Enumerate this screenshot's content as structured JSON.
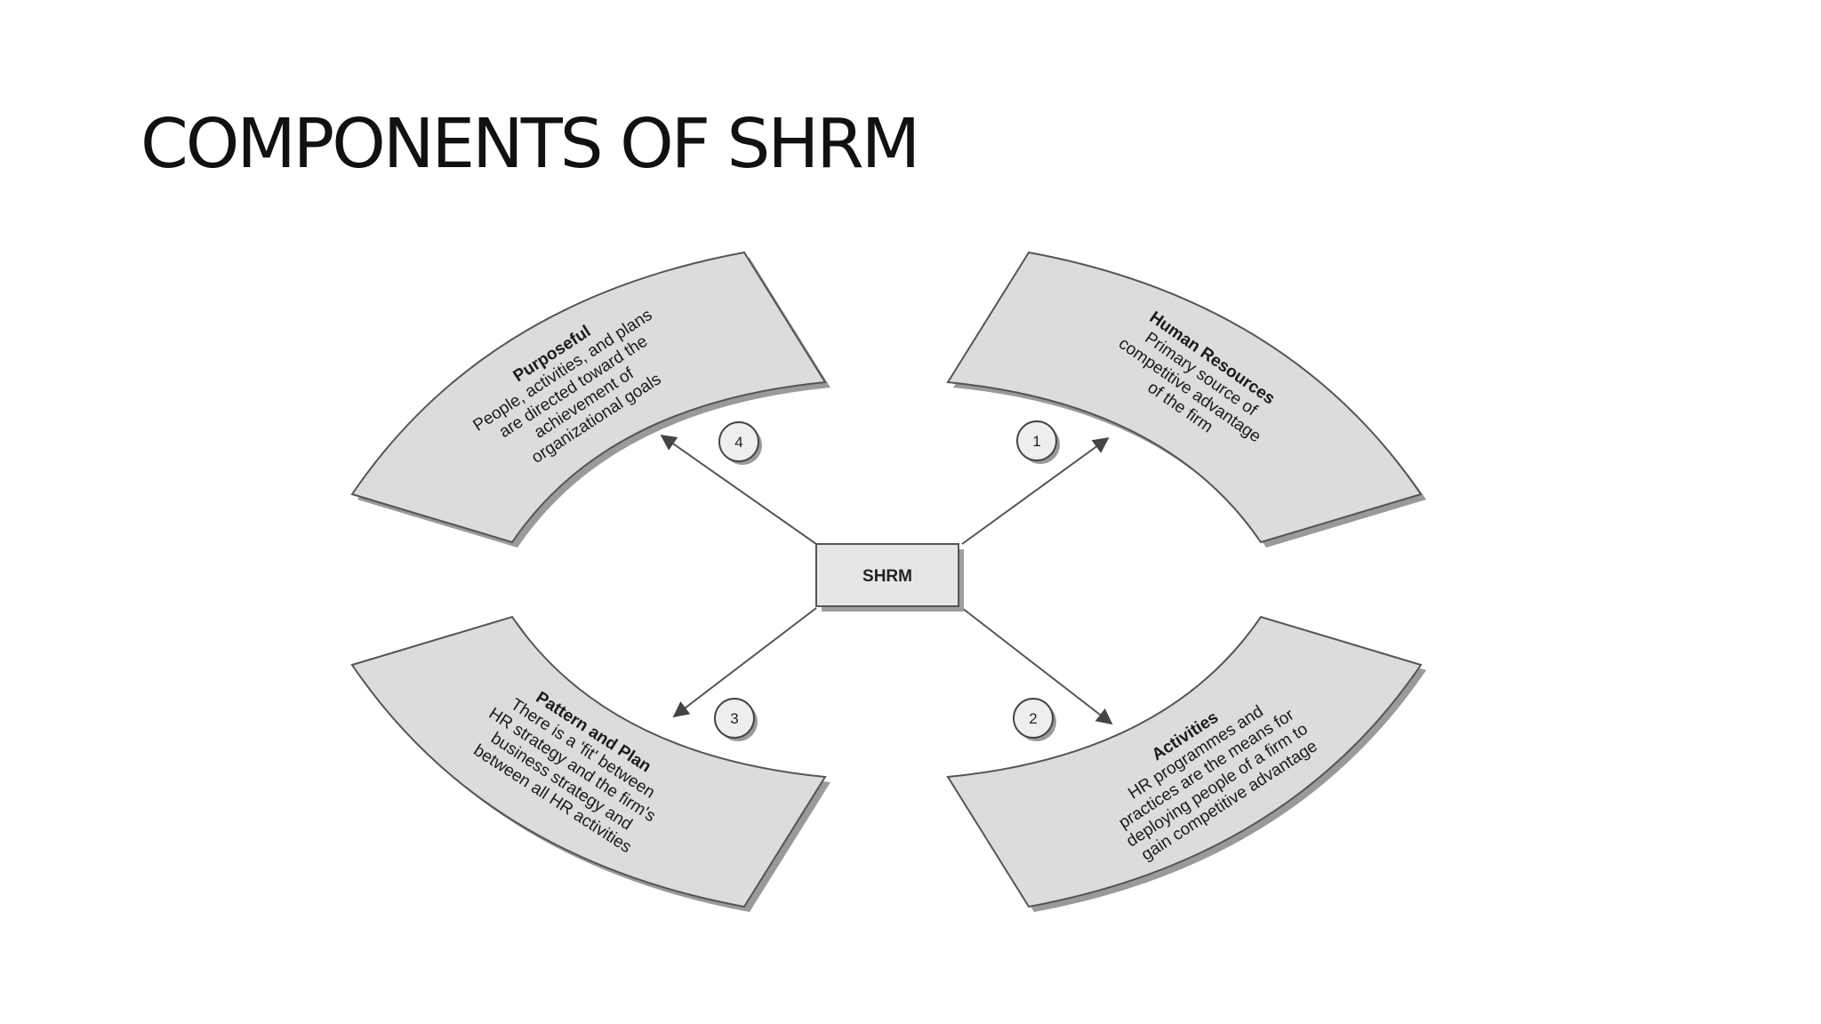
{
  "slide": {
    "title": "COMPONENTS OF SHRM"
  },
  "diagram": {
    "center": {
      "label": "SHRM"
    },
    "components": [
      {
        "number": "1",
        "title": "Human Resources",
        "lines": [
          "Primary source of",
          "competitive advantage",
          "of the firm"
        ]
      },
      {
        "number": "2",
        "title": "Activities",
        "lines": [
          "HR programmes and",
          "practices are the means for",
          "deploying people of a firm to",
          "gain competitive advantage"
        ]
      },
      {
        "number": "3",
        "title": "Pattern and Plan",
        "lines": [
          "There is a 'fit' between",
          "HR strategy and the firm's",
          "business strategy and",
          "between all HR activities"
        ]
      },
      {
        "number": "4",
        "title": "Purposeful",
        "lines": [
          "People, activities, and plans",
          "are directed toward the",
          "achievement of",
          "organizational goals"
        ]
      }
    ]
  }
}
